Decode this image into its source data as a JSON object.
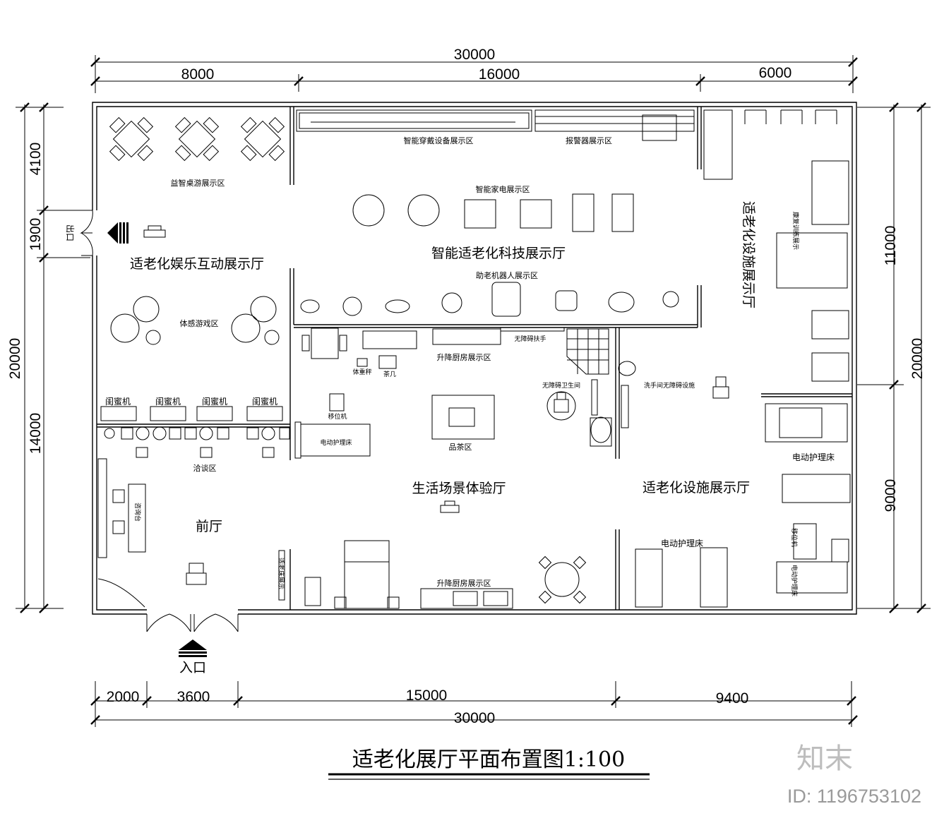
{
  "title": "适老化展厅平面布置图1:100",
  "watermark": {
    "brand": "知末",
    "id": "ID: 1196753102"
  },
  "dimensions": {
    "top_total": "30000",
    "top": [
      "8000",
      "16000",
      "6000"
    ],
    "bottom": [
      "2000",
      "3600",
      "15000",
      "9400"
    ],
    "bottom_total": "30000",
    "left_outer": "20000",
    "left_inner": [
      "4100",
      "1900",
      "14000"
    ],
    "right_inner": [
      "11000",
      "9000"
    ],
    "right_outer": "20000"
  },
  "halls": {
    "entertainment": "适老化娱乐互动展示厅",
    "tech": "智能适老化科技展示厅",
    "facility_vertical": "适老化设施展示厅",
    "life": "生活场景体验厅",
    "facility": "适老化设施展示厅",
    "lobby": "前厅"
  },
  "zones": {
    "puzzle": "益智桌游展示区",
    "wearable": "智能穿戴设备展示区",
    "alarm": "报警器展示区",
    "appliance": "智能家电展示区",
    "robot": "助老机器人展示区",
    "somatic": "体感游戏区",
    "negotiation": "洽谈区",
    "kitchen_top": "升降厨房展示区",
    "kitchen_bottom": "升降厨房展示区",
    "handrail": "无障碍扶手",
    "toilet": "无障碍卫生间",
    "washbasin": "洗手间无障碍设施",
    "tea": "品茶区",
    "exit": "出口",
    "entrance": "入口"
  },
  "objects": {
    "bestie_machine": "闺蜜机",
    "consult_desk": "咨询台",
    "transfer_machine": "移位机",
    "nursing_bed": "电动护理床",
    "nursing_bed_right": "电动护理床",
    "nursing_bed_bottom": "电动护理床",
    "scale": "体重秤",
    "tea_table": "茶几",
    "transfer_right": "移位机",
    "nursing_bed_small": "电动护理床",
    "rehab": "康复训练展示",
    "bed_side": "适老床展示"
  }
}
